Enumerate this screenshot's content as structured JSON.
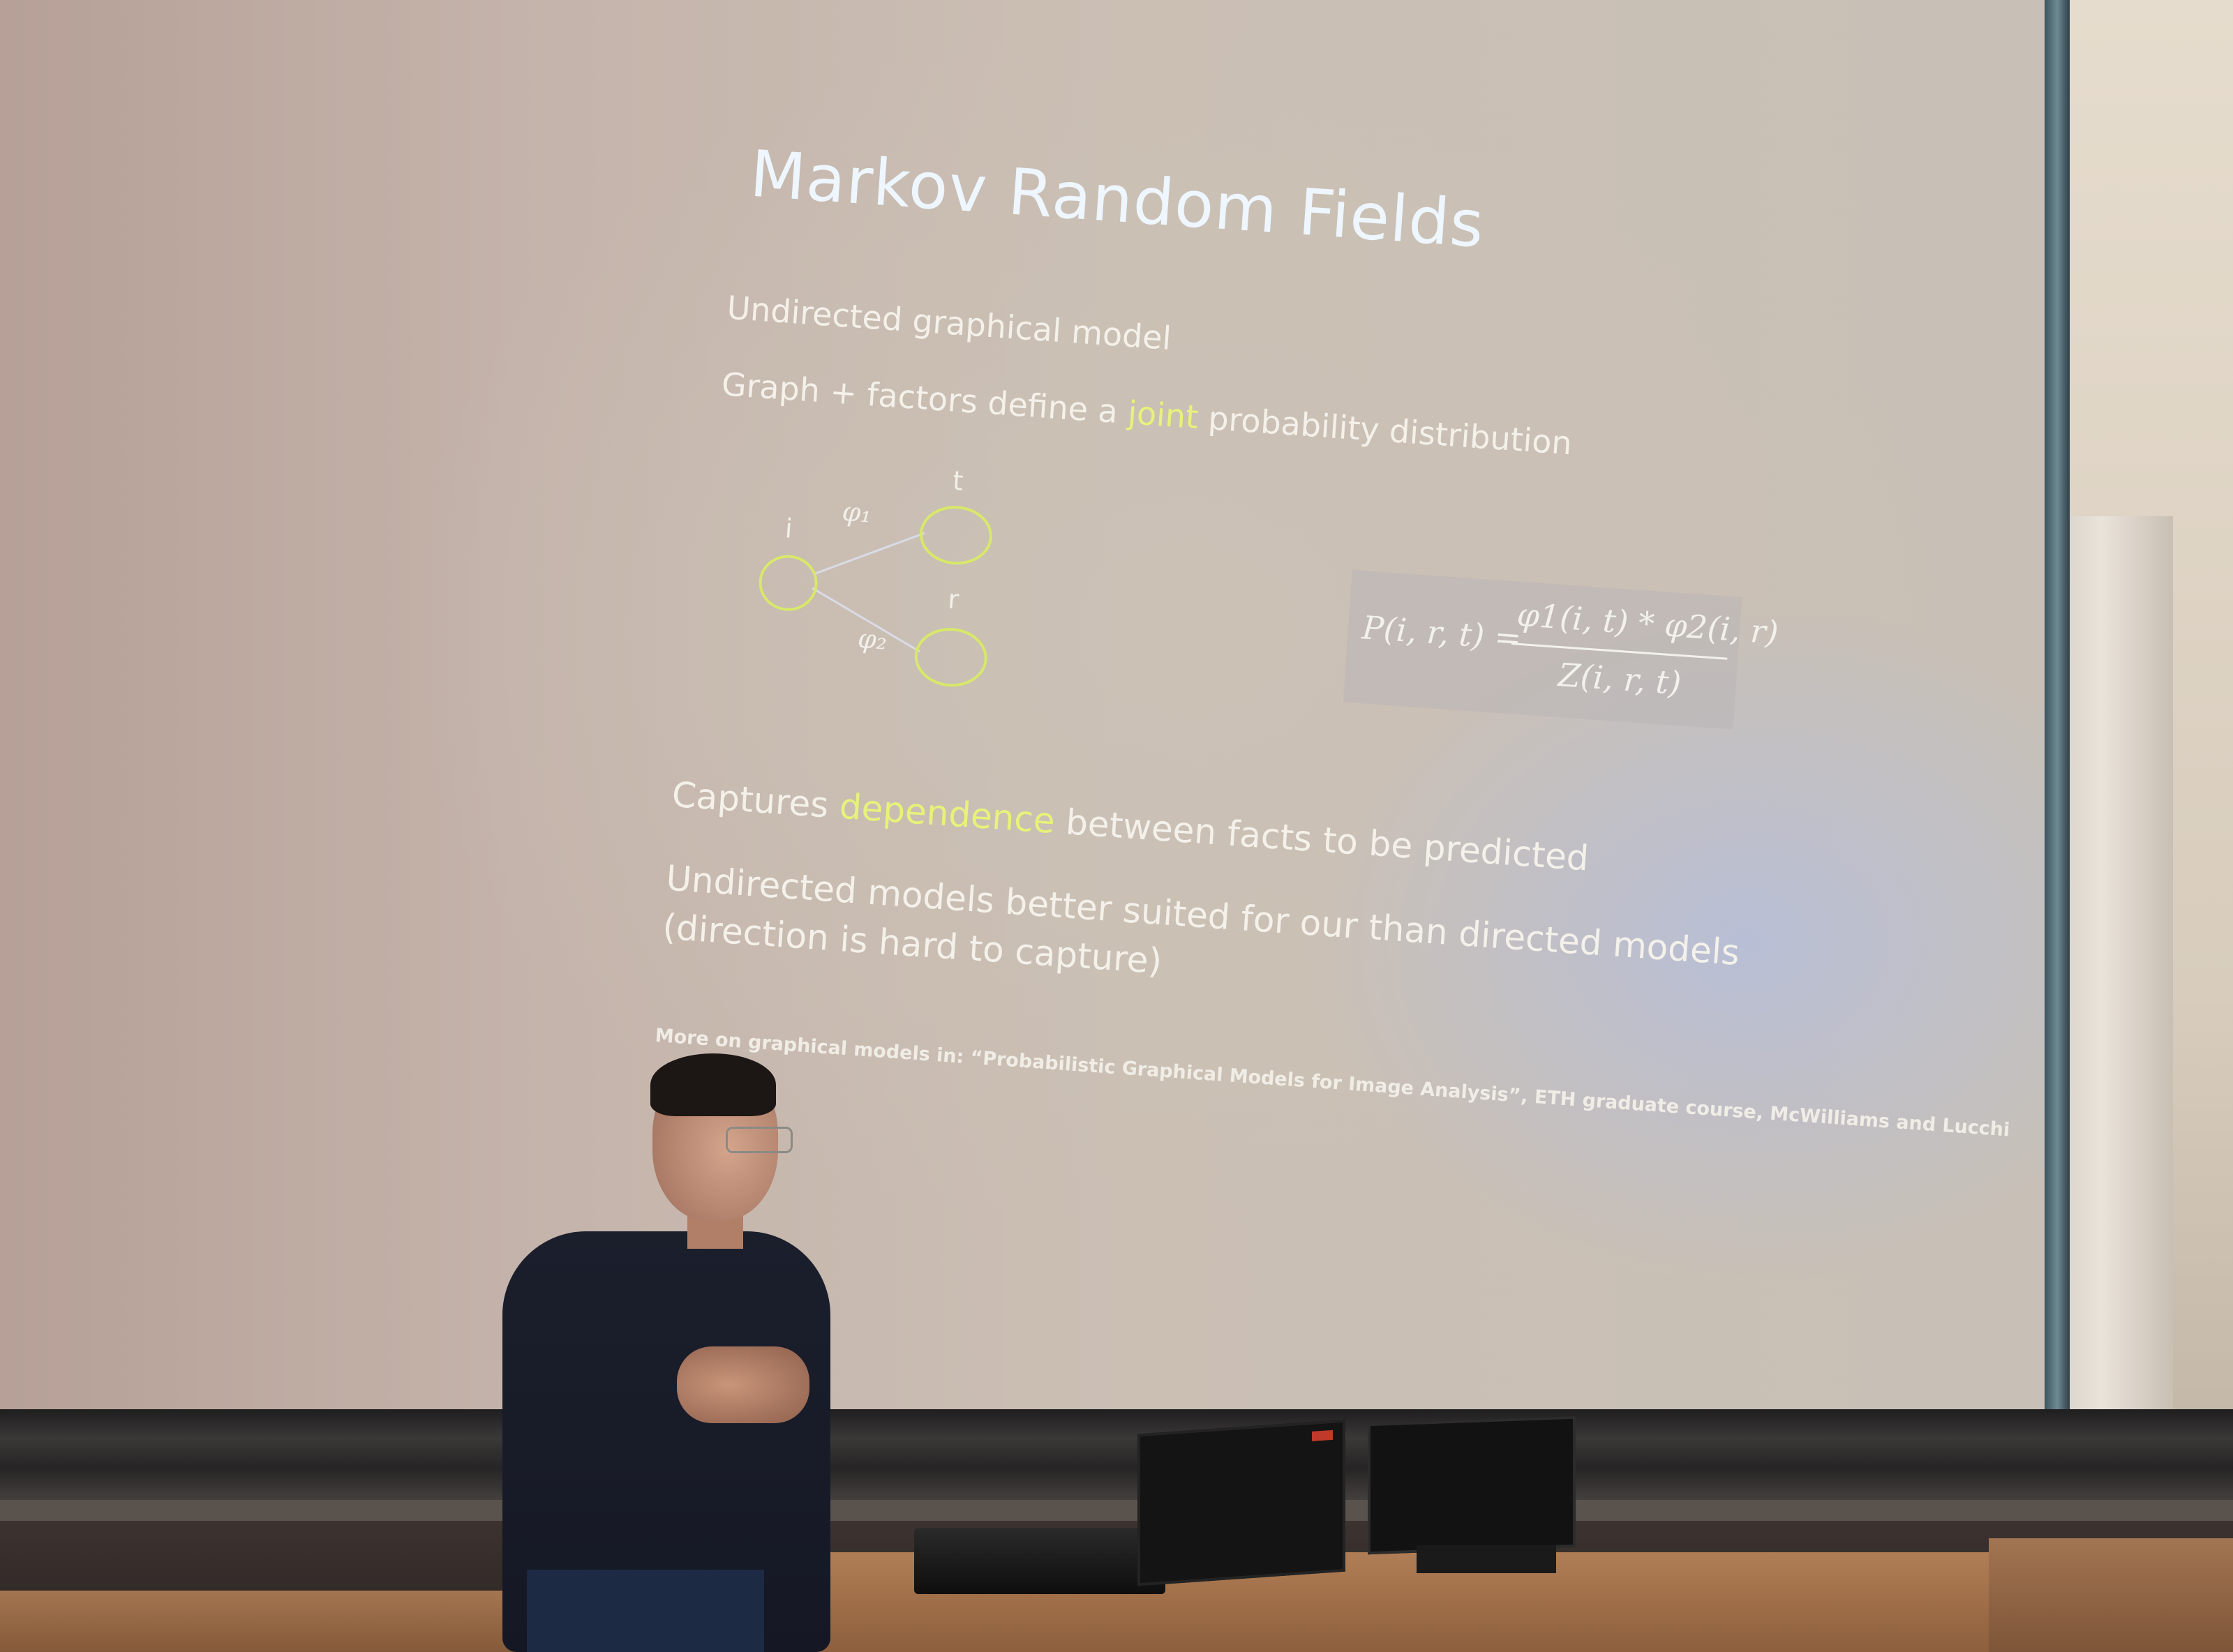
{
  "slide": {
    "title": "Markov Random Fields",
    "bullet_1": "Undirected graphical model",
    "bullet_2_pre": "Graph + factors define a ",
    "bullet_2_highlight": "joint",
    "bullet_2_post": " probability distribution",
    "bullet_3_pre": "Captures ",
    "bullet_3_highlight": "dependence",
    "bullet_3_post": " between facts to be predicted",
    "bullet_4_line1": "Undirected models better suited for our than directed models",
    "bullet_4_line2": "(direction is hard to capture)",
    "footnote_pre": "More on graphical models in: “",
    "footnote_title": "Probabilistic Graphical Models for Image Analysis",
    "footnote_post": "”, ETH graduate course, McWilliams and Lucchi",
    "highlight_color": "#e7f27a",
    "node_color": "#d8e86a"
  },
  "graph": {
    "nodes": [
      {
        "label": "i"
      },
      {
        "label": "t"
      },
      {
        "label": "r"
      }
    ],
    "edges": [
      {
        "label": "φ₁"
      },
      {
        "label": "φ₂"
      }
    ]
  },
  "formula": {
    "lhs": "P(i, r, t) =",
    "numerator": "φ1(i, t) * φ2(i, r)",
    "denominator": "Z(i, r, t)"
  }
}
